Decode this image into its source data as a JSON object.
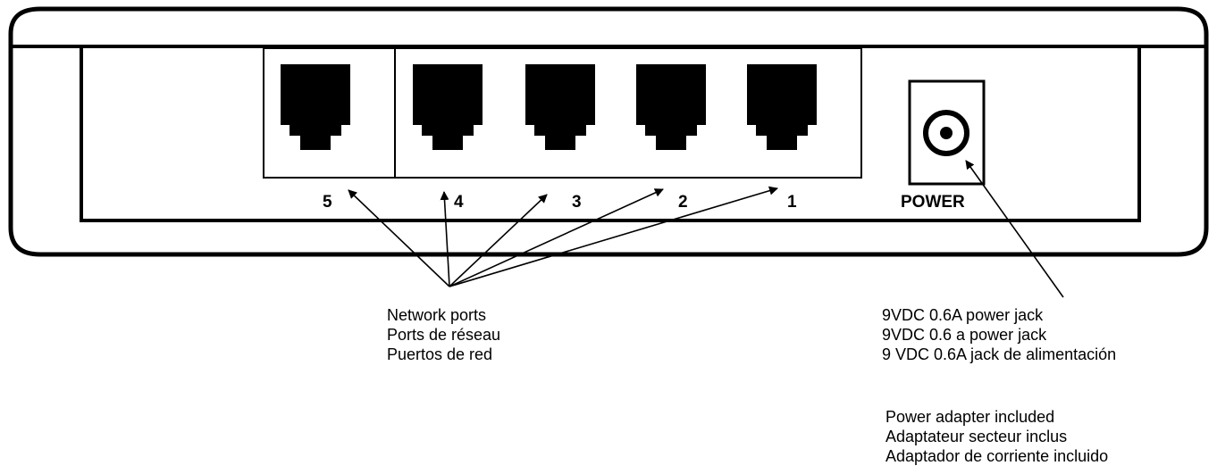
{
  "device": {
    "ports": [
      {
        "number": "5"
      },
      {
        "number": "4"
      },
      {
        "number": "3"
      },
      {
        "number": "2"
      },
      {
        "number": "1"
      }
    ],
    "power_label": "POWER"
  },
  "captions": {
    "network_ports": [
      "Network ports",
      "Ports de réseau",
      "Puertos de red"
    ],
    "power_jack": [
      "9VDC 0.6A power jack",
      "9VDC 0.6 a power jack",
      "9 VDC 0.6A jack de alimentación"
    ],
    "adapter": [
      "Power adapter included",
      "Adaptateur secteur inclus",
      "Adaptador de corriente incluido"
    ]
  }
}
